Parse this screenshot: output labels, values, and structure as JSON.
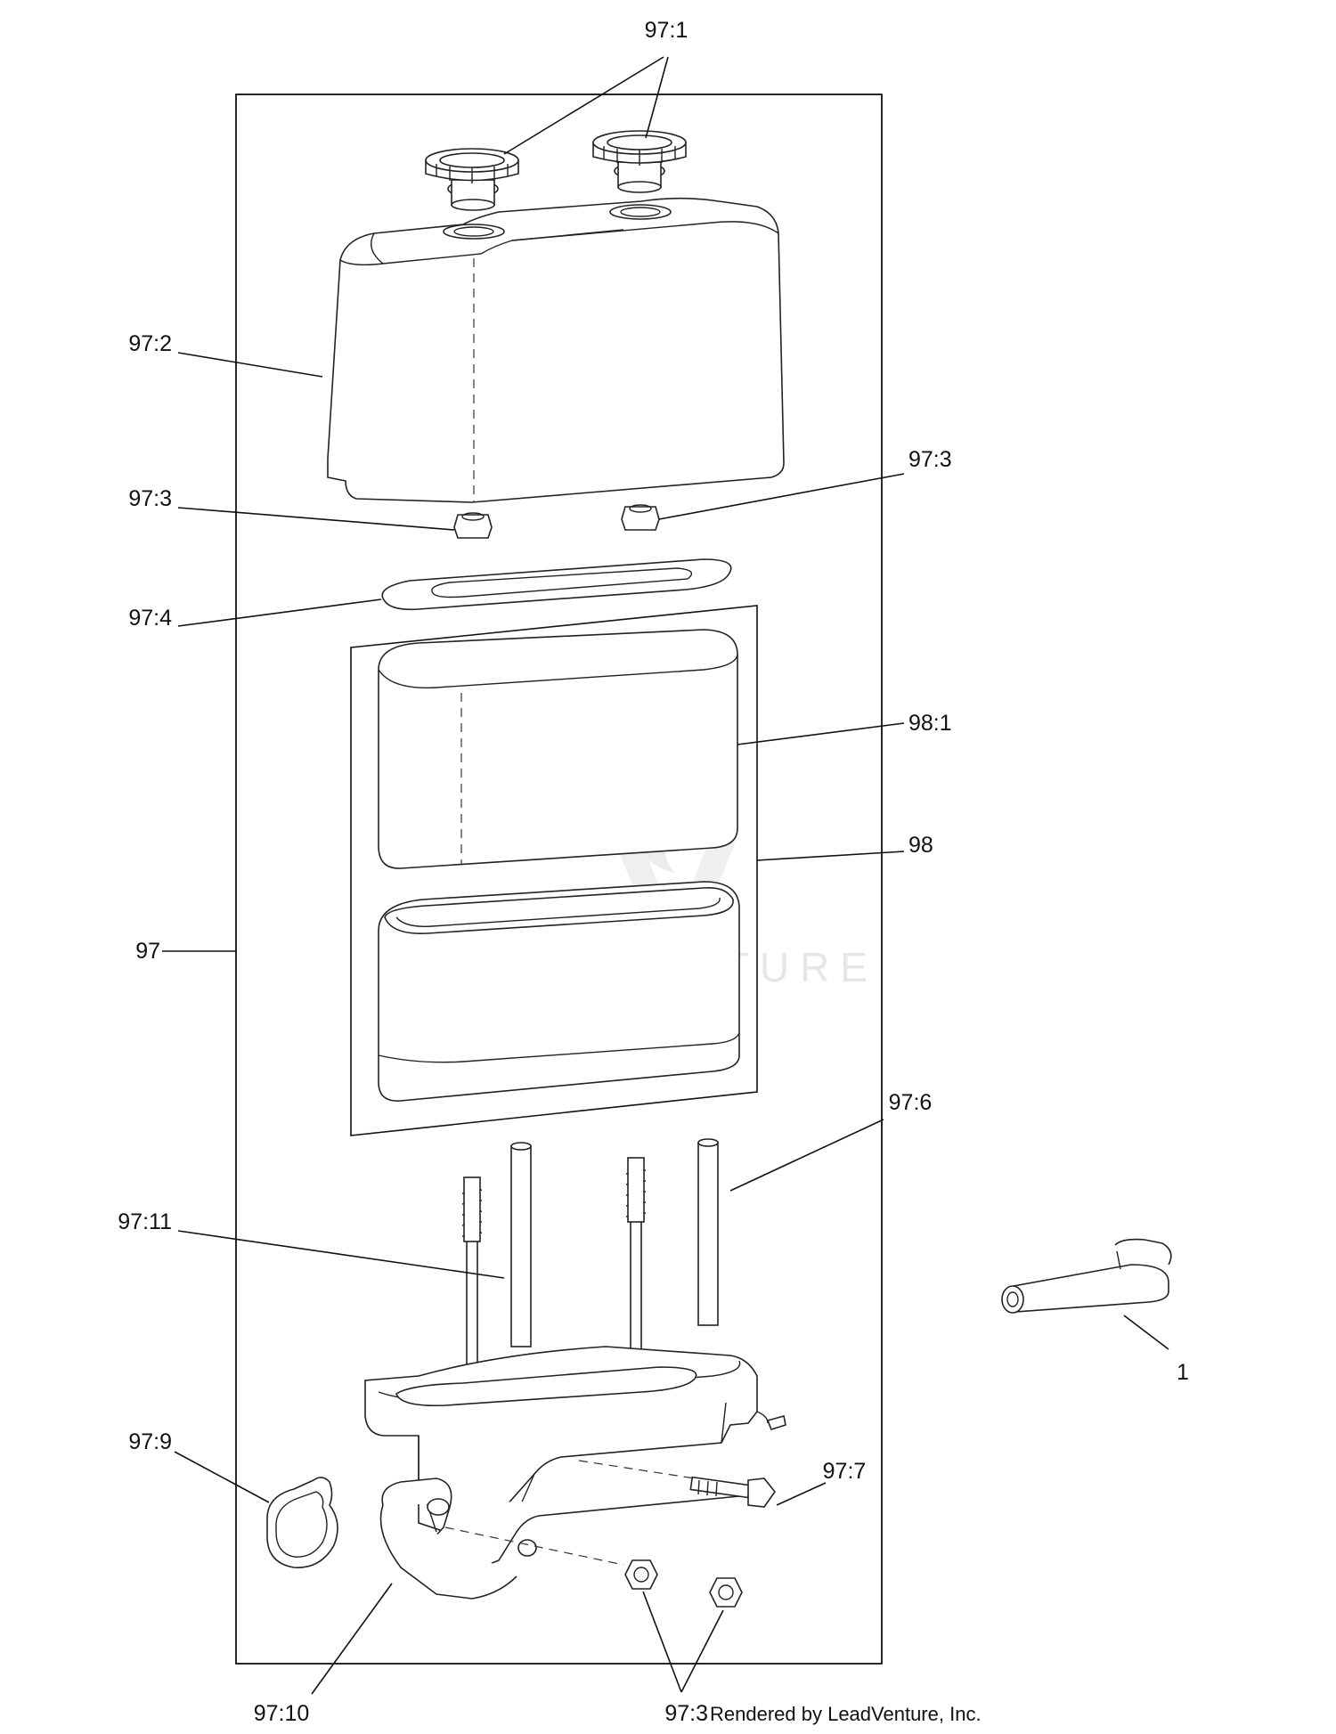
{
  "callouts": [
    {
      "id": "c-97-1",
      "text": "97:1"
    },
    {
      "id": "c-97-2",
      "text": "97:2"
    },
    {
      "id": "c-97-3-left",
      "text": "97:3"
    },
    {
      "id": "c-97-3-right",
      "text": "97:3"
    },
    {
      "id": "c-97-4",
      "text": "97:4"
    },
    {
      "id": "c-98-1",
      "text": "98:1"
    },
    {
      "id": "c-98",
      "text": "98"
    },
    {
      "id": "c-97",
      "text": "97"
    },
    {
      "id": "c-97-6",
      "text": "97:6"
    },
    {
      "id": "c-97-11",
      "text": "97:11"
    },
    {
      "id": "c-1",
      "text": "1"
    },
    {
      "id": "c-97-9",
      "text": "97:9"
    },
    {
      "id": "c-97-7",
      "text": "97:7"
    },
    {
      "id": "c-97-10",
      "text": "97:10"
    },
    {
      "id": "c-97-3-bottom",
      "text": "97:3"
    }
  ],
  "credit": "Rendered by LeadVenture, Inc.",
  "watermark": "LEADVENTURE",
  "icons": [
    "flame-logo-icon"
  ],
  "colors": {
    "line": "#111111",
    "watermark": "#e6e6e6",
    "background": "#ffffff"
  }
}
